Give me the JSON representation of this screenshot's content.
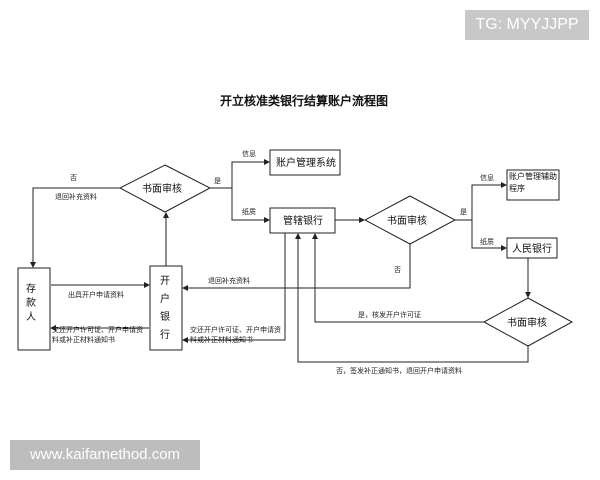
{
  "watermark": {
    "top_right": "TG: MYYJJPP",
    "bottom_left": "www.kaifamethod.com"
  },
  "diagram": {
    "title": "开立核准类银行结算账户流程图",
    "nodes": {
      "account_system": "账户管理系统",
      "managing_bank": "管辖银行",
      "review_1": "书面审核",
      "review_2": "书面审核",
      "review_3": "书面审核",
      "aux_program": "账户管理辅助程序",
      "pboc": "人民银行",
      "depositor": "存款人",
      "account_bank": "开户银行"
    },
    "labels": {
      "no_top": "否",
      "return_supplement_top": "退回补充资料",
      "yes_review1": "是",
      "info_1": "信息",
      "paper_1": "纸质",
      "yes_review2": "是",
      "info_2": "信息",
      "paper_2": "纸质",
      "no_middle": "否",
      "issue_app": "出具开户申请资料",
      "return_supplement_mid": "退回补充资料",
      "deliver_left": "交还开户许可证、开户申请资料或补正材料通知书",
      "deliver_right": "交还开户许可证、开户申请资料或补正材料通知书",
      "yes_issue_permit": "是，核发开户许可证",
      "no_bottom": "否，签发补正通知书，退回开户申请资料"
    }
  }
}
